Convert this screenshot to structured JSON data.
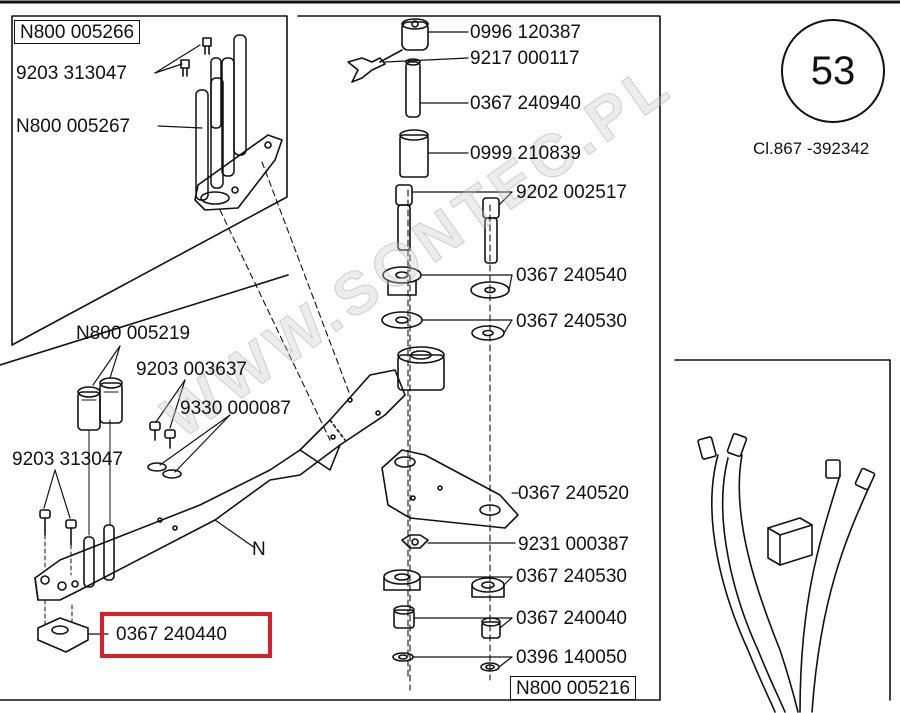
{
  "page": {
    "number": "53",
    "catalog_ref": "Cl.867 -392342"
  },
  "watermark": "WWW.SONTEC.PL",
  "highlight_color": "#d9202a",
  "parts": {
    "n800_005266": "N800 005266",
    "p9203_313047_top": "9203 313047",
    "n800_005267": "N800 005267",
    "n800_005219": "N800 005219",
    "p9203_003637": "9203 003637",
    "p9330_000087": "9330 000087",
    "p9203_313047_left": "9203 313047",
    "p0367_240440": "0367 240440",
    "p0996_120387": "0996 120387",
    "p9217_000117": "9217 000117",
    "p0367_240940": "0367 240940",
    "p0999_210839": "0999 210839",
    "p9202_002517": "9202 002517",
    "p0367_240540": "0367 240540",
    "p0367_240530_a": "0367 240530",
    "p0367_240520": "0367 240520",
    "p9231_000387": "9231 000387",
    "p0367_240530_b": "0367 240530",
    "p0367_240040": "0367 240040",
    "p0396_140050": "0396 140050",
    "n800_005216": "N800 005216",
    "n_label": "N"
  }
}
